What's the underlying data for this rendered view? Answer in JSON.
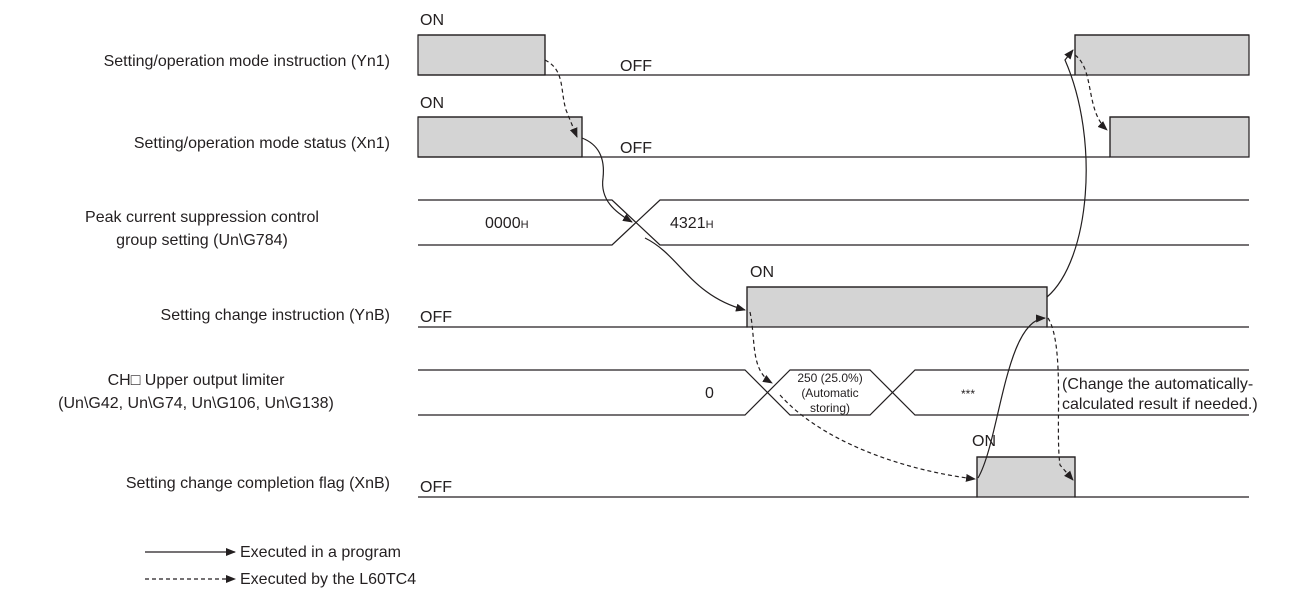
{
  "signals": [
    {
      "label": "Setting/operation mode instruction (Yn1)",
      "on": "ON",
      "off": "OFF"
    },
    {
      "label": "Setting/operation mode status (Xn1)",
      "on": "ON",
      "off": "OFF"
    },
    {
      "label_line1": "Peak current suppression control",
      "label_line2": "group setting (Un\\G784)",
      "before": "0000",
      "after": "4321",
      "suffix": "H"
    },
    {
      "label": "Setting change instruction (YnB)",
      "on": "ON",
      "off": "OFF"
    },
    {
      "label_line1": "CH□ Upper output limiter",
      "label_line2": "(Un\\G42, Un\\G74, Un\\G106, Un\\G138)",
      "before": "0",
      "mid_line1": "250 (25.0%)",
      "mid_line2": "(Automatic",
      "mid_line3": "storing)",
      "after": "***",
      "note_line1": "(Change the automatically-",
      "note_line2": "calculated result if needed.)"
    },
    {
      "label": "Setting change completion flag (XnB)",
      "on": "ON",
      "off": "OFF"
    }
  ],
  "legend": {
    "solid": "Executed in a program",
    "dashed": "Executed by the L60TC4"
  }
}
